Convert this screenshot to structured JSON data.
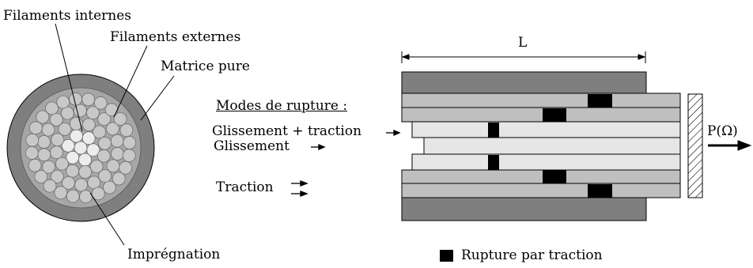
{
  "labels": {
    "internal_filaments": "Filaments internes",
    "external_filaments": "Filaments externes",
    "pure_matrix": "Matrice pure",
    "impregnation": "Imprégnation",
    "failure_modes": "Modes de rupture :",
    "slip_traction": "Glissement + traction",
    "slip": "Glissement",
    "traction": "Traction",
    "length": "L",
    "load": "P(Ω)",
    "legend_traction_failure": "Rupture par traction"
  },
  "colors": {
    "dark_gray": "#7f7f7f",
    "mid_gray": "#bfbfbf",
    "light_gray": "#e6e6e6",
    "fiber_fill": "#c8c8c8",
    "inner_fiber_fill": "#ececec",
    "black": "#000000"
  },
  "icons": {
    "arrow": "right-arrow-icon",
    "hatched_wall": "hatched-clamp-icon"
  }
}
